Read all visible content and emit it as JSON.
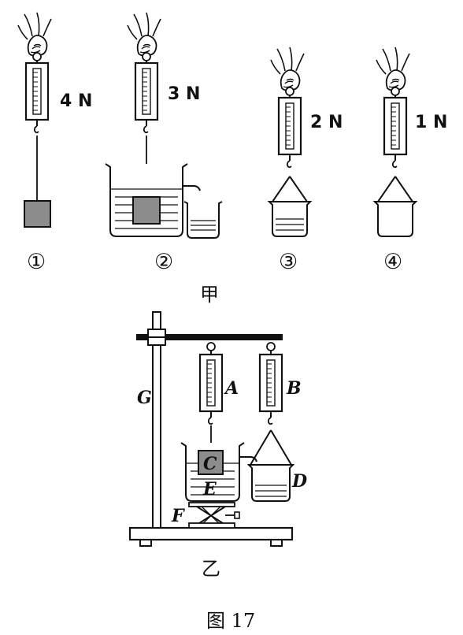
{
  "part_jia": {
    "readings": [
      "4 N",
      "3 N",
      "2 N",
      "1 N"
    ],
    "step_labels": [
      "①",
      "②",
      "③",
      "④"
    ],
    "caption": "甲"
  },
  "part_yi": {
    "labels": {
      "A": "A",
      "B": "B",
      "C": "C",
      "D": "D",
      "E": "E",
      "F": "F",
      "G": "G"
    },
    "caption": "乙"
  },
  "figure_caption": "图 17",
  "colors": {
    "line": "#111111",
    "block": "#8c8c8c",
    "water": "#111111"
  }
}
